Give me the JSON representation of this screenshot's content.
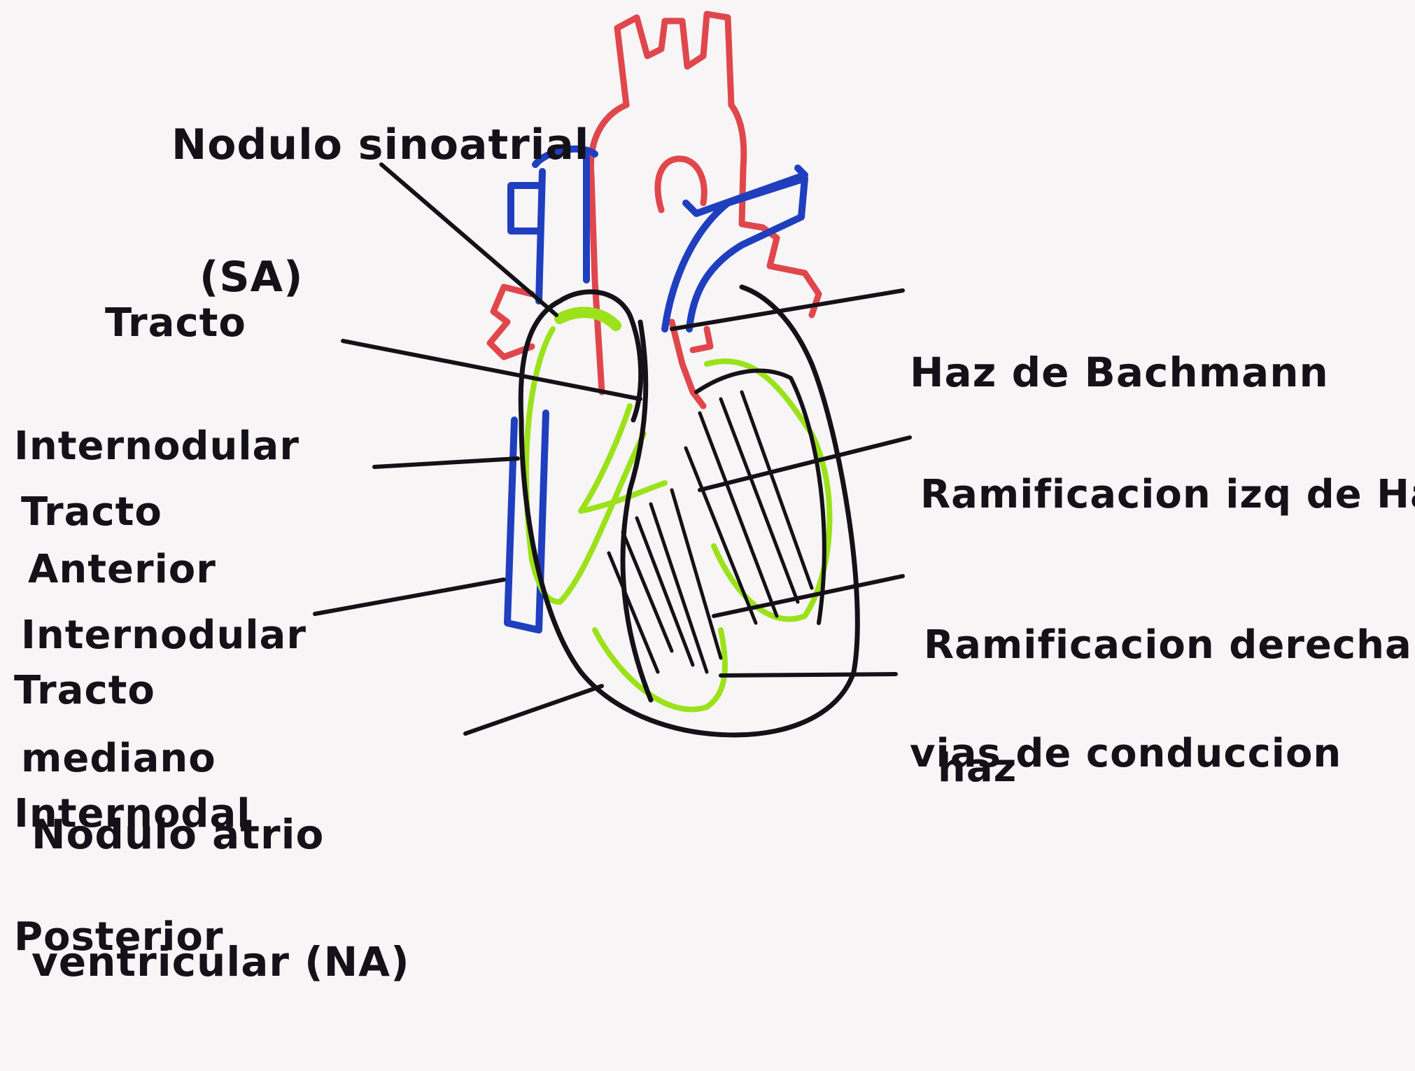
{
  "labels": {
    "sa_node": [
      "Nodulo sinoatrial",
      "(SA)"
    ],
    "ant_tract": [
      "Tracto",
      "Internodular",
      "Anterior"
    ],
    "mid_tract": [
      "Tracto",
      "Internodular",
      "mediano"
    ],
    "post_tract": [
      "Tracto",
      "Internodal",
      "Posterior"
    ],
    "av_node": [
      "Nodulo atrio",
      "ventricular (NA)"
    ],
    "bachmann": "Haz de Bachmann",
    "left_branch": "Ramificacion izq de Haz",
    "right_branch": [
      "Ramificacion derecha de",
      "haz"
    ],
    "pathways": "vias de conduccion"
  },
  "colors": {
    "ink": "#141218",
    "aorta": "#e0474c",
    "vessels": "#1f3fbf",
    "conduction": "#9be21a",
    "paper": "#f7f5f6"
  }
}
